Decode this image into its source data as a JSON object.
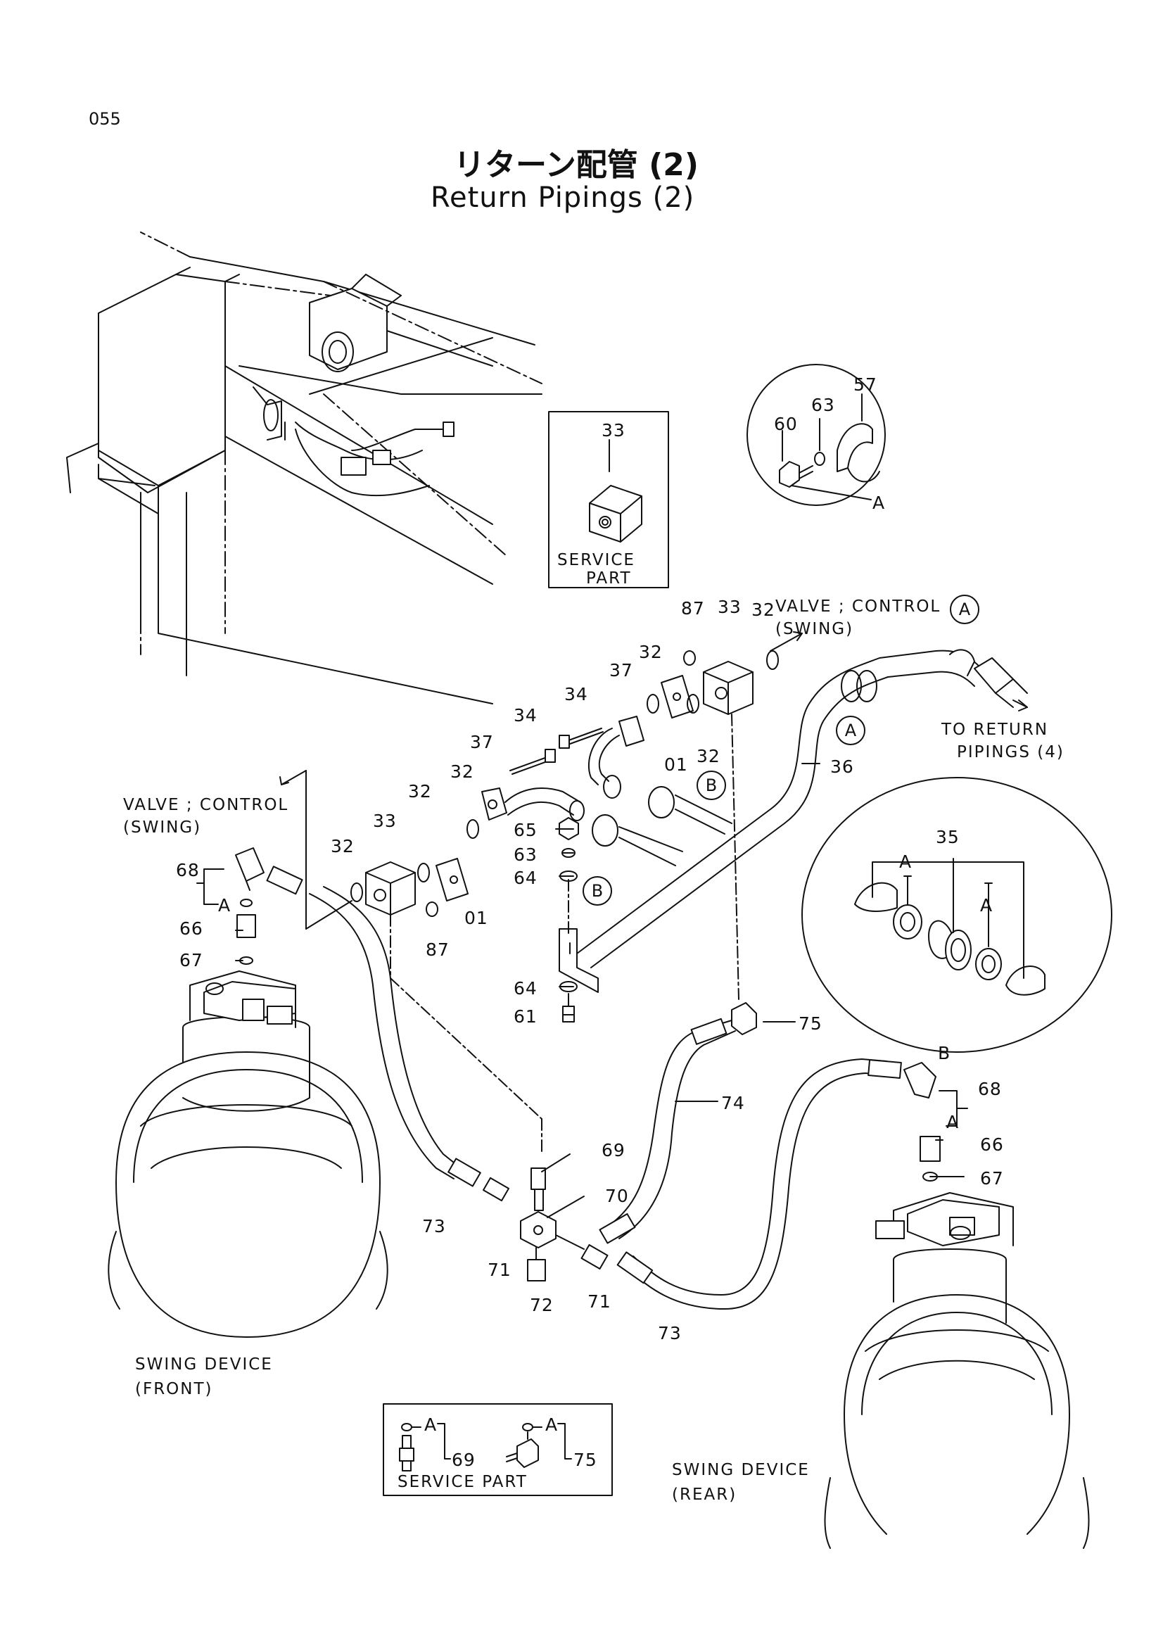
{
  "page": {
    "number": "055",
    "title_jp": "リターン配管 (2)",
    "title_en": "Return Pipings (2)"
  },
  "labels": {
    "service_part_box1": [
      "SERVICE",
      "PART"
    ],
    "valve_control_top": "VALVE ; CONTROL",
    "valve_swing_top": "(SWING)",
    "valve_control_left": "VALVE ; CONTROL",
    "valve_swing_left": "(SWING)",
    "to_return": "TO RETURN",
    "pipings": "PIPINGS (4)",
    "swing_front_1": "SWING DEVICE",
    "swing_front_2": "(FRONT)",
    "swing_rear_1": "SWING DEVICE",
    "swing_rear_2": "(REAR)",
    "service_part_box2": "SERVICE PART"
  },
  "callouts": {
    "a": "A",
    "b": "B"
  },
  "parts": {
    "p01a": "01",
    "p01b": "01",
    "p32a": "32",
    "p32b": "32",
    "p32c": "32",
    "p32d": "32",
    "p32e": "32",
    "p32f": "32",
    "p33a": "33",
    "p33b": "33",
    "p33c": "33",
    "p34a": "34",
    "p34b": "34",
    "p35": "35",
    "p36": "36",
    "p37a": "37",
    "p37b": "37",
    "p57": "57",
    "p60": "60",
    "p61": "61",
    "p63a": "63",
    "p63b": "63",
    "p64a": "64",
    "p64b": "64",
    "p65": "65",
    "p66a": "66",
    "p66b": "66",
    "p67a": "67",
    "p67b": "67",
    "p68a": "68",
    "p68b": "68",
    "p69a": "69",
    "p69b": "69",
    "p70": "70",
    "p71a": "71",
    "p71b": "71",
    "p72": "72",
    "p73a": "73",
    "p73b": "73",
    "p74": "74",
    "p75a": "75",
    "p75b": "75",
    "p87a": "87",
    "p87b": "87"
  },
  "letters": {
    "a_detailA": "A",
    "a_detailB1": "A",
    "a_detailB2": "A",
    "a_68left": "A",
    "a_68right": "A",
    "a_box69": "A",
    "a_box75": "A",
    "b_detailB": "B"
  }
}
